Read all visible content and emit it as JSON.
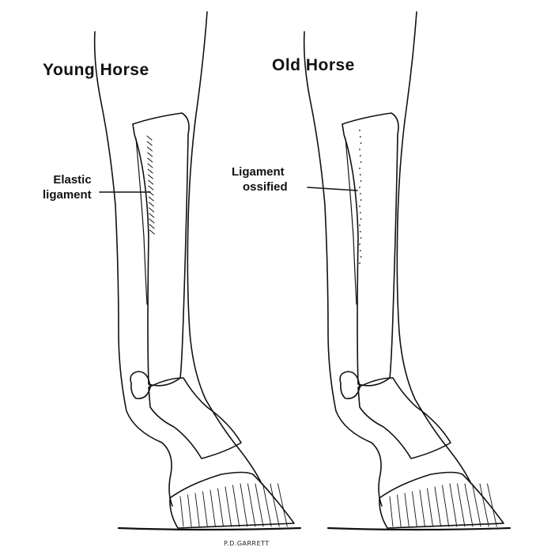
{
  "panels": {
    "young": {
      "title": "Young Horse",
      "label_line1": "Elastic",
      "label_line2": "ligament"
    },
    "old": {
      "title": "Old Horse",
      "label_line1": "Ligament",
      "label_line2": "ossified"
    }
  },
  "signature": "P.D.GARRETT",
  "colors": {
    "ink": "#111111",
    "paper": "#ffffff"
  }
}
